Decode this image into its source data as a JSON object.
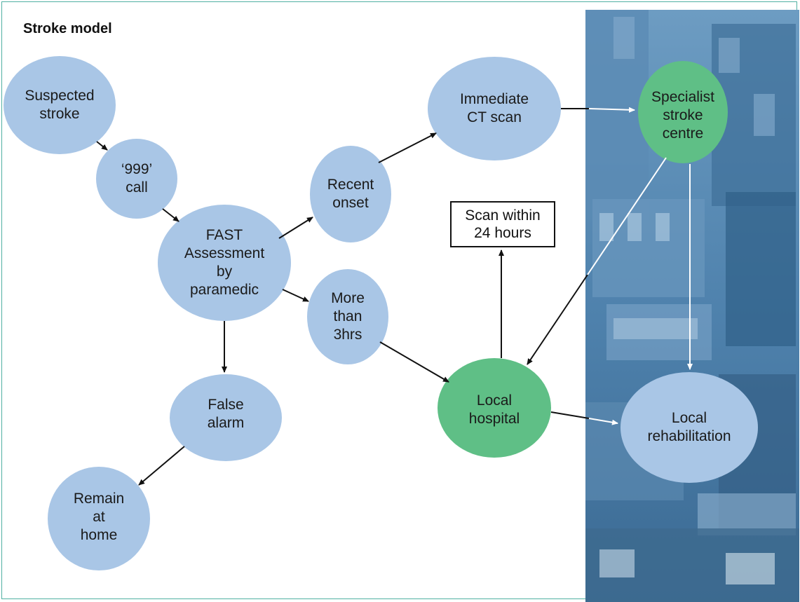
{
  "title": "Stroke model",
  "colors": {
    "node_blue": "#a9c6e6",
    "node_green": "#5fbf86",
    "frame": "#4fb0a2",
    "photo_tint": "#4d7fa8"
  },
  "nodes": {
    "suspected_stroke": "Suspected\nstroke",
    "call_999": "‘999’\ncall",
    "fast": "FAST\nAssessment\nby\nparamedic",
    "recent_onset": "Recent\nonset",
    "more_than_3hrs": "More\nthan\n3hrs",
    "false_alarm": "False\nalarm",
    "remain_home": "Remain\nat\nhome",
    "ct_scan": "Immediate\nCT scan",
    "specialist": "Specialist\nstroke\ncentre",
    "local_hospital": "Local\nhospital",
    "local_rehab": "Local\nrehabilitation",
    "scan_24": "Scan within\n24 hours"
  },
  "photo": {
    "description_icon": "hospital-building-photo"
  }
}
